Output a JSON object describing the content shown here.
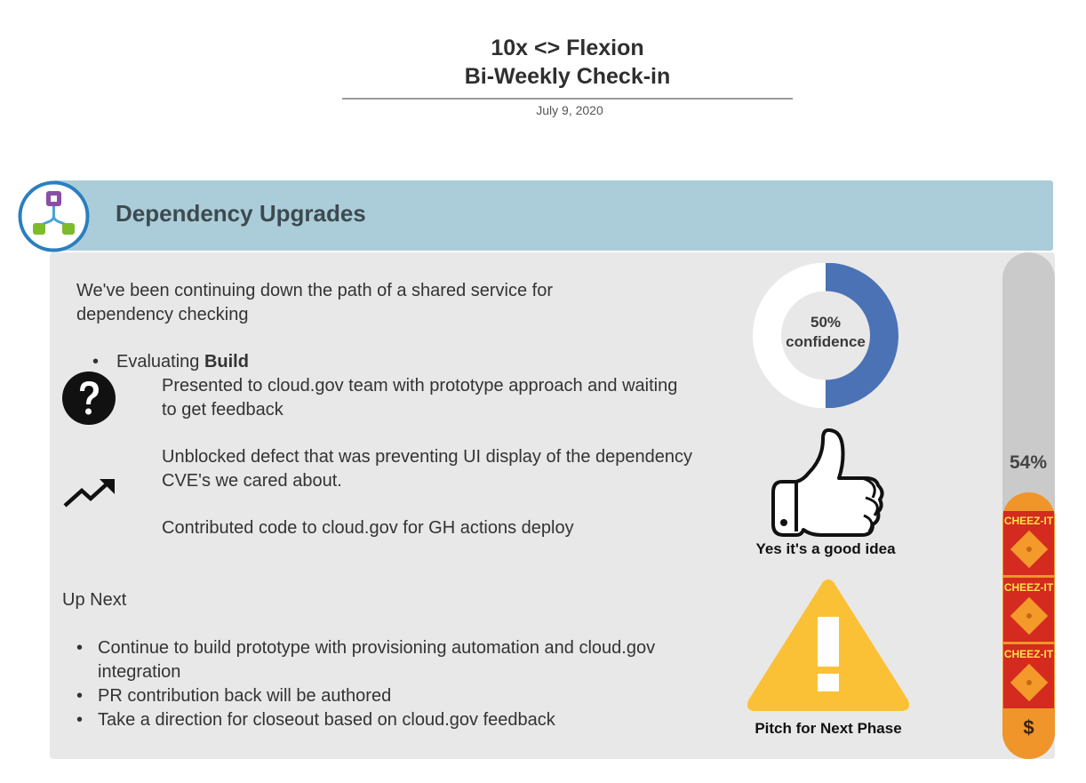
{
  "header": {
    "title_line1": "10x <> Flexion",
    "title_line2": "Bi-Weekly Check-in",
    "date": "July 9, 2020"
  },
  "section": {
    "title": "Dependency Upgrades",
    "icon": "org-chart-icon",
    "banner_color": "#abcdd9"
  },
  "content": {
    "intro": "We've been continuing down the path of a shared service for dependency checking",
    "bullet_prefix": "Evaluating ",
    "bullet_bold": "Build",
    "items": [
      "Presented to cloud.gov team with prototype approach and waiting to get feedback",
      "Unblocked defect that was preventing UI display of the dependency CVE's we cared about.",
      "Contributed code to cloud.gov for GH actions deploy"
    ],
    "up_next_label": "Up Next",
    "up_next": [
      "Continue to build prototype with provisioning automation and cloud.gov integration",
      "PR contribution back will be authored",
      "Take a direction for closeout based on cloud.gov feedback"
    ]
  },
  "confidence": {
    "value": 50,
    "line1": "50%",
    "line2": "confidence",
    "color": "#4a72b5"
  },
  "verdict": {
    "icon": "thumbs-up-icon",
    "caption": "Yes it's a good idea"
  },
  "pitch": {
    "icon": "warning-icon",
    "caption": "Pitch for Next Phase",
    "color": "#fbc136"
  },
  "budget_gauge": {
    "percent": 54,
    "label": "54%",
    "box_text": "CHEEZ-IT",
    "dollar": "$",
    "fill_color": "#f0952a",
    "track_color": "#cacaca"
  }
}
